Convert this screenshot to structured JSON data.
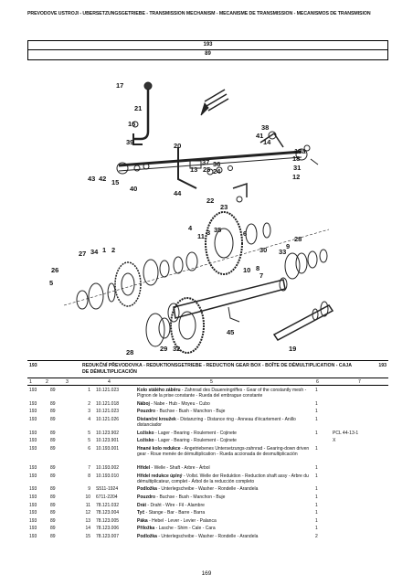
{
  "header": {
    "title": "PŘEVODOVÉ ÚSTROJÍ - ÜBERSETZUNGSGETRIEBE - TRANSMISSION MECHANISM - MÉCANISME DE TRANSMISSION - MECANISMOS DE TRANSMISION",
    "group": "193",
    "subgroup": "89"
  },
  "diagram": {
    "callouts": [
      "17",
      "21",
      "16",
      "39",
      "43",
      "42",
      "15",
      "40",
      "20",
      "37",
      "13",
      "36",
      "25",
      "24",
      "44",
      "22",
      "23",
      "38",
      "41",
      "14",
      "18a",
      "18",
      "31",
      "12",
      "4",
      "11",
      "3",
      "35",
      "6",
      "27",
      "34",
      "2",
      "1",
      "26",
      "5",
      "30",
      "33",
      "9",
      "28",
      "7",
      "10",
      "8",
      "45",
      "29",
      "32",
      "19",
      "28"
    ]
  },
  "section": {
    "group": "193",
    "title": "REDUKČNÍ PŘEVODOVKA - REDUKTIONSGETRIEBE - REDUCTION GEAR BOX - BOÎTE DE DÉMULTIPLICATION - CAJA DE DÉMULTIPLICACIÓN",
    "group_right": "193"
  },
  "columns": [
    "1",
    "2",
    "3",
    "4",
    "5",
    "6",
    "7"
  ],
  "rows": [
    {
      "g": "193",
      "s": "89",
      "p": "1",
      "part": "10.121.023",
      "bold": "Kolo stálého záběru",
      "desc": " - Zahnrad des Dauereingriffes - Gear of the constantly mesh - Pignon de la prise constante - Rueda del embrague constante",
      "q": "1",
      "n": "",
      "lines": 2
    },
    {
      "g": "193",
      "s": "89",
      "p": "2",
      "part": "10.121.018",
      "bold": "Náboj",
      "desc": " - Nabe - Hub - Moyeu - Cubo",
      "q": "1",
      "n": "",
      "lines": 1
    },
    {
      "g": "193",
      "s": "89",
      "p": "3",
      "part": "10.121.023",
      "bold": "Pouzdro",
      "desc": " - Buchse - Bush - Manchon - Buje",
      "q": "1",
      "n": "",
      "lines": 1
    },
    {
      "g": "193",
      "s": "89",
      "p": "4",
      "part": "10.121.026",
      "bold": "Distanční kroužek",
      "desc": " - Distanzring - Distance ring - Anneau d'écartement - Anillo distanciador",
      "q": "1",
      "n": "",
      "lines": 2
    },
    {
      "g": "193",
      "s": "89",
      "p": "5",
      "part": "10.123.902",
      "bold": "Ložisko",
      "desc": " - Lager - Bearing - Roulement - Cojinete",
      "q": "1",
      "n": "PCL 44-13-1",
      "lines": 1
    },
    {
      "g": "193",
      "s": "89",
      "p": "5",
      "part": "10.123.901",
      "bold": "Ložisko",
      "desc": " - Lager - Bearing - Roulement - Cojinete",
      "q": "",
      "n": "X",
      "lines": 1
    },
    {
      "g": "193",
      "s": "89",
      "p": "6",
      "part": "10.193.001",
      "bold": "Hnané kolo redukce",
      "desc": " - Angetriebenes Untersetzungs-zahnrad - Gearing-down driven gear - Roue menée de démultiplication - Rueda accionada de desmultiplicación",
      "q": "1",
      "n": "",
      "lines": 3
    },
    {
      "g": "193",
      "s": "89",
      "p": "7",
      "part": "10.193.002",
      "bold": "Hřídel",
      "desc": " - Welle - Shaft - Arbre - Árbol",
      "q": "1",
      "n": "",
      "lines": 1
    },
    {
      "g": "193",
      "s": "89",
      "p": "8",
      "part": "10.193.010",
      "bold": "Hřídel redukce úplný",
      "desc": " - Vollst. Welle der Reduktion - Reduction shaft assy - Arbre du démultiplicateur, complet - Árbol de la reducción completo",
      "q": "1",
      "n": "",
      "lines": 2
    },
    {
      "g": "193",
      "s": "89",
      "p": "9",
      "part": "S511-1924",
      "bold": "Podložka",
      "desc": " - Unterlegscheibe - Washer - Rondelle - Arandela",
      "q": "1",
      "n": "",
      "lines": 1
    },
    {
      "g": "193",
      "s": "89",
      "p": "10",
      "part": "6711-2204",
      "bold": "Pouzdro",
      "desc": " - Buchse - Bush - Manchon - Buje",
      "q": "1",
      "n": "",
      "lines": 1
    },
    {
      "g": "193",
      "s": "89",
      "p": "11",
      "part": "78.121.032",
      "bold": "Drát",
      "desc": " - Draht - Wire - Fil - Alambre",
      "q": "1",
      "n": "",
      "lines": 1
    },
    {
      "g": "193",
      "s": "89",
      "p": "12",
      "part": "78.123.004",
      "bold": "Tyč",
      "desc": " - Stange - Bar - Barre - Barra",
      "q": "1",
      "n": "",
      "lines": 1
    },
    {
      "g": "193",
      "s": "89",
      "p": "13",
      "part": "78.123.005",
      "bold": "Páka",
      "desc": " - Hebel - Lever - Levier - Palanca",
      "q": "1",
      "n": "",
      "lines": 1
    },
    {
      "g": "193",
      "s": "89",
      "p": "14",
      "part": "78.123.006",
      "bold": "Příložka",
      "desc": " - Lasche - Shim - Cale - Cara",
      "q": "1",
      "n": "",
      "lines": 1
    },
    {
      "g": "193",
      "s": "89",
      "p": "15",
      "part": "78.123.007",
      "bold": "Podložka",
      "desc": " - Unterlegscheibe - Washer - Rondelle - Arandela",
      "q": "2",
      "n": "",
      "lines": 1
    }
  ],
  "page_number": "169"
}
